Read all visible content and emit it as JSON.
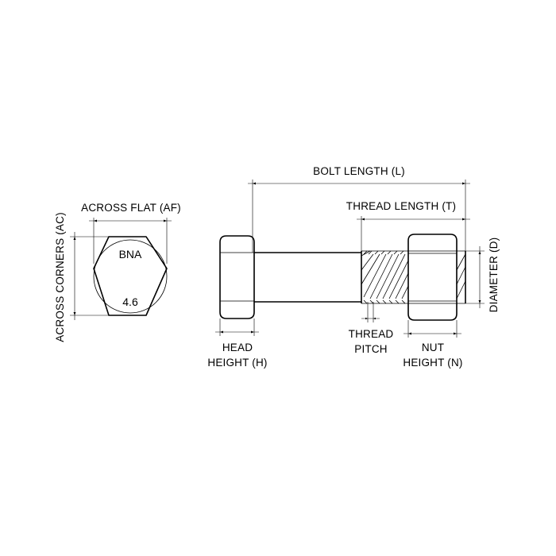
{
  "labels": {
    "bolt_length": "BOLT LENGTH (L)",
    "thread_length": "THREAD LENGTH (T)",
    "across_flat": "ACROSS FLAT (AF)",
    "across_corners": "ACROSS CORNERS (AC)",
    "diameter": "DIAMETER (D)",
    "head_height_line1": "HEAD",
    "head_height_line2": "HEIGHT (H)",
    "thread_pitch_line1": "THREAD",
    "thread_pitch_line2": "PITCH",
    "nut_height_line1": "NUT",
    "nut_height_line2": "HEIGHT (N)"
  },
  "head_markings": {
    "maker": "BNA",
    "grade": "4.6"
  }
}
